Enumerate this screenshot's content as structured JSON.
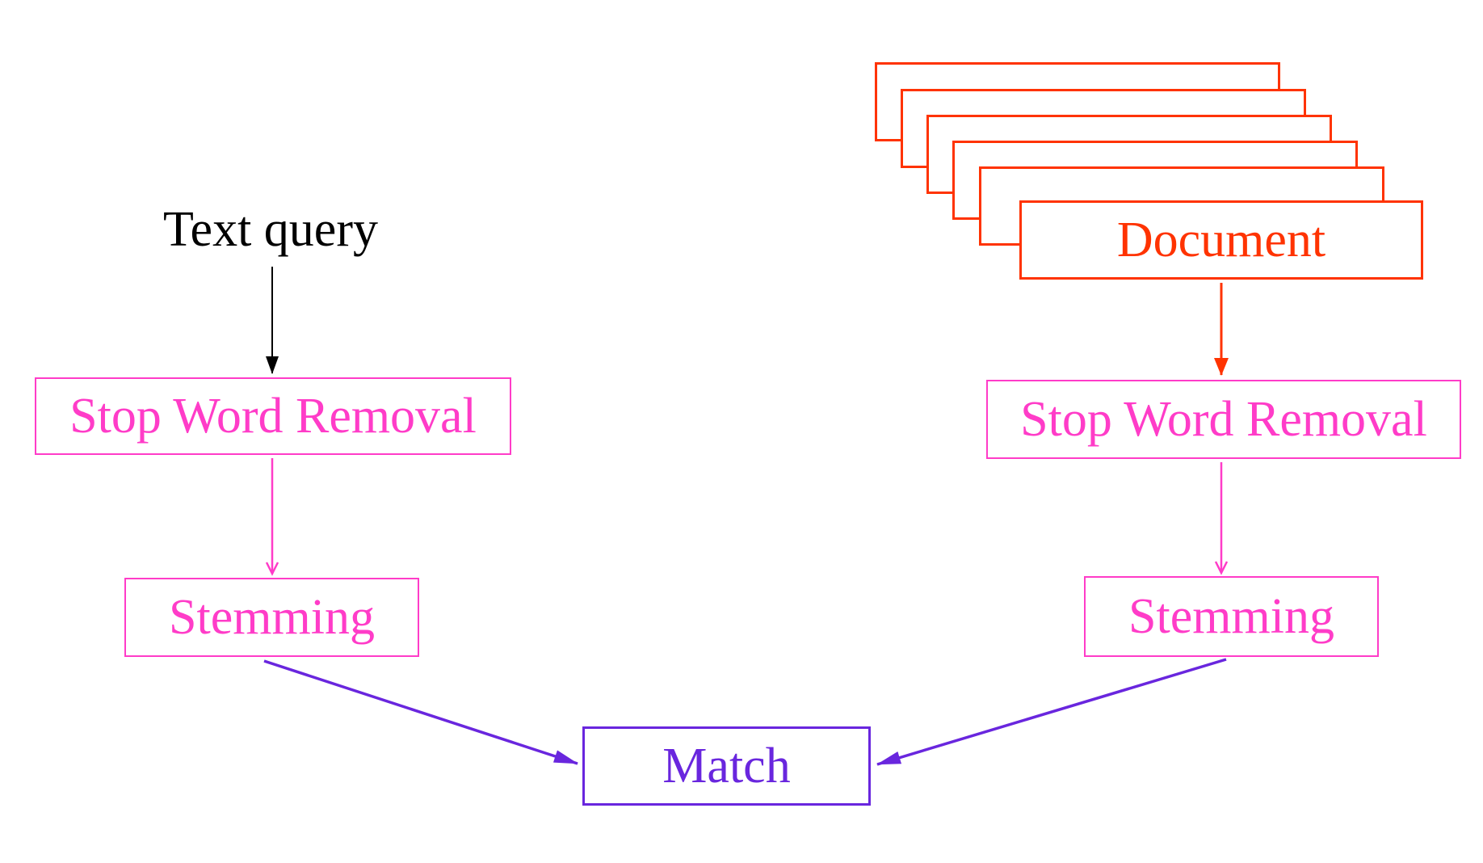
{
  "diagram": {
    "query_branch": {
      "source_label": "Text query",
      "stop_word_removal": "Stop Word Removal",
      "stemming": "Stemming"
    },
    "document_branch": {
      "document": "Document",
      "stack_count": 6,
      "stop_word_removal": "Stop Word Removal",
      "stemming": "Stemming"
    },
    "match": "Match",
    "colors": {
      "query_text": "#000000",
      "document": "#FF3300",
      "preprocess": "#FF3CC8",
      "match": "#6926DE"
    }
  }
}
